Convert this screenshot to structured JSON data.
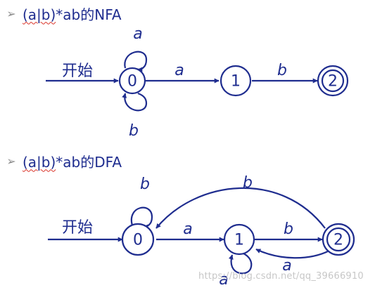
{
  "colors": {
    "ink": "#1f2d8f",
    "bullet": "#8a8a8a",
    "spellcheck": "#d93025",
    "watermark": "#c7c7c7"
  },
  "nfa": {
    "bullet": "➢",
    "title_squiggled": "(a|b)",
    "title_rest": "*ab的NFA",
    "start_label": "开始",
    "states": {
      "s0": "0",
      "s1": "1",
      "s2": "2"
    },
    "edges": {
      "loop_top": "a",
      "loop_bottom": "b",
      "e01": "a",
      "e12": "b"
    }
  },
  "dfa": {
    "bullet": "➢",
    "title_squiggled": "(a|b)",
    "title_rest": "*ab的DFA",
    "start_label": "开始",
    "states": {
      "s0": "0",
      "s1": "1",
      "s2": "2"
    },
    "edges": {
      "loop0": "b",
      "e01": "a",
      "e12": "b",
      "e21": "a",
      "e20": "b",
      "loop1": "a"
    }
  },
  "watermark": "https://blog.csdn.net/qq_39666910"
}
